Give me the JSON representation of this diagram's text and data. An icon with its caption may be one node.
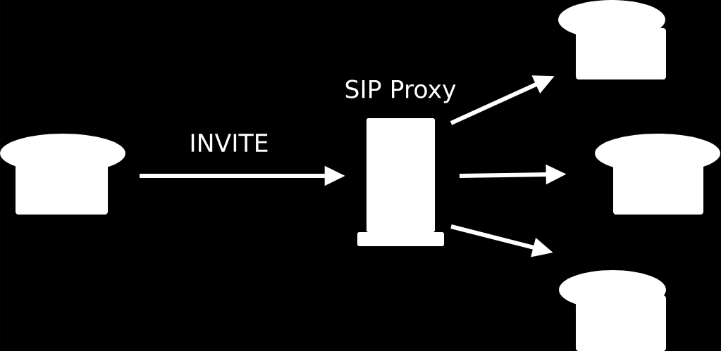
{
  "diagram": {
    "nodes": [
      {
        "text": [],
        "shape": "telephone"
      },
      {
        "text": [
          "SIP Proxy"
        ]
      },
      {
        "text": [],
        "shape": "telephone"
      },
      {
        "text": [],
        "shape": "telephone"
      },
      {
        "text": [],
        "shape": "telephone"
      }
    ],
    "edges": [
      {
        "from": 0,
        "to": 1,
        "arrow": "to",
        "label": "INVITE"
      },
      {
        "from": 1,
        "to": 2,
        "arrow": "to"
      },
      {
        "from": 1,
        "to": 3,
        "arrow": "to"
      },
      {
        "from": 1,
        "to": 4,
        "arrow": "to"
      }
    ]
  }
}
